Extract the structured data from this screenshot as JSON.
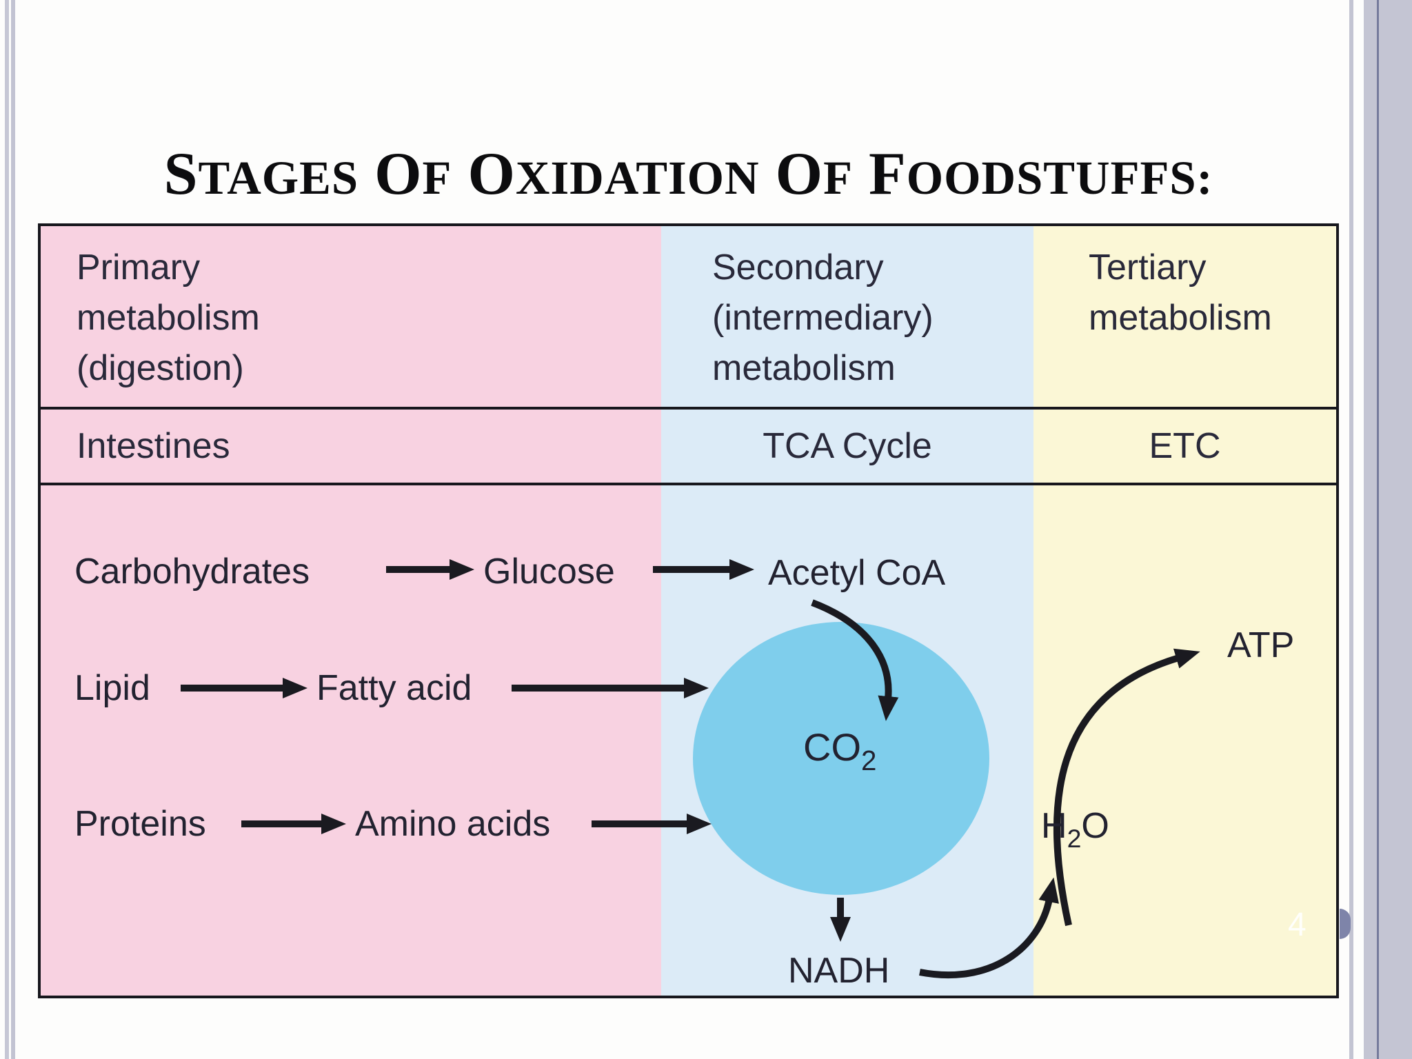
{
  "slide": {
    "title": "STAGES OF OXIDATION OF FOODSTUFFS:",
    "page_number": "4"
  },
  "table": {
    "header": {
      "primary": "Primary\nmetabolism\n(digestion)",
      "secondary": "Secondary\n(intermediary)\nmetabolism",
      "tertiary": "Tertiary\nmetabolism"
    },
    "location_row": {
      "primary": "Intestines",
      "secondary": "TCA Cycle",
      "tertiary": "ETC"
    }
  },
  "diagram": {
    "carbohydrates": "Carbohydrates",
    "glucose": "Glucose",
    "acetyl_coa": "Acetyl CoA",
    "lipid": "Lipid",
    "fatty_acid": "Fatty acid",
    "proteins": "Proteins",
    "amino_acids": "Amino acids",
    "co2_base": "CO",
    "co2_sub": "2",
    "nadh": "NADH",
    "h2o_h": "H",
    "h2o_sub": "2",
    "h2o_o": "O",
    "atp": "ATP"
  },
  "colors": {
    "primary_bg": "#f8d2e1",
    "secondary_bg": "#dcebf7",
    "tertiary_bg": "#fbf7d6",
    "tca_ellipse": "#7fceec",
    "table_line": "#17171d",
    "title_text": "#0c0c0e",
    "frame_band": "#c4c5d3"
  }
}
